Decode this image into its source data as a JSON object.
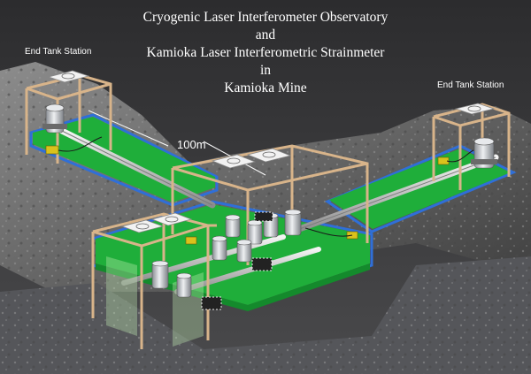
{
  "title": {
    "line1": "Cryogenic Laser Interferometer Observatory",
    "line2": "and",
    "line3": "Kamioka Laser Interferometric Strainmeter",
    "line4": "in",
    "line5": "Kamioka Mine"
  },
  "labels": {
    "end_tank_left": "End Tank Station",
    "end_tank_right": "End Tank Station",
    "arm_length": "100m"
  },
  "colors": {
    "rock": "#5a5a5c",
    "floor": "#1fae3a",
    "floor_edge": "#2f6fd8",
    "frame": "#d8b48a",
    "tank": "#c9ccd1",
    "title_text": "#ffffff"
  }
}
